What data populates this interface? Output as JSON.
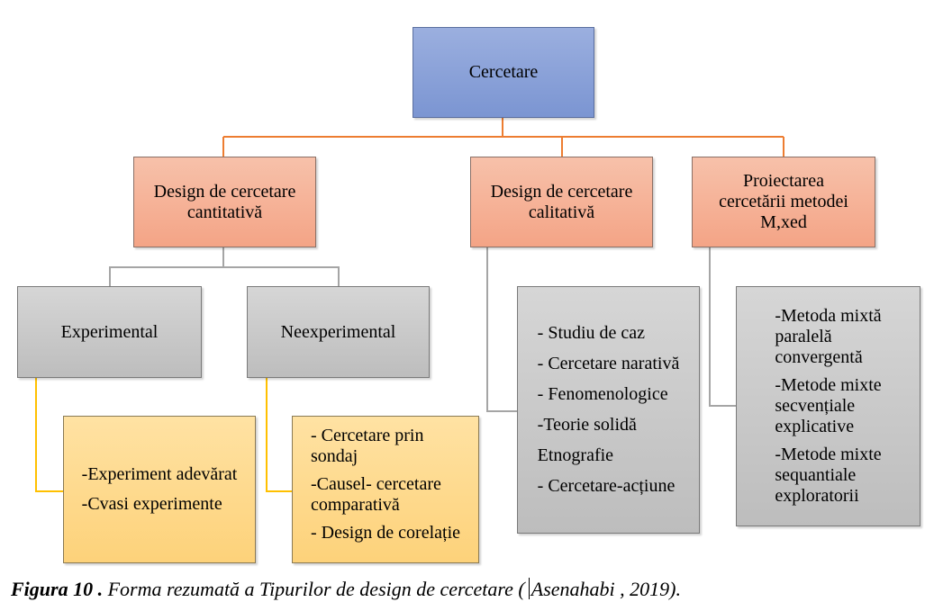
{
  "diagram": {
    "root": "Cercetare",
    "branches": [
      {
        "label": "Design de cercetare cantitativă",
        "label_lines": [
          "Design de cercetare",
          "cantitativă"
        ],
        "children": [
          {
            "label": "Experimental",
            "items": [
              "-Experiment adevărat",
              "-Cvasi experimente"
            ]
          },
          {
            "label": "Neexperimental",
            "items": [
              [
                "- Cercetare prin",
                "sondaj"
              ],
              [
                "-Causel- cercetare",
                "comparativă"
              ],
              [
                "- Design de corelație"
              ]
            ]
          }
        ]
      },
      {
        "label": "Design de cercetare calitativă",
        "label_lines": [
          "Design de cercetare",
          "calitativă"
        ],
        "items": [
          "- Studiu de caz",
          "- Cercetare narativă",
          "- Fenomenologice",
          "-Teorie solidă",
          "Etnografie",
          "- Cercetare-acțiune"
        ]
      },
      {
        "label": "Proiectarea cercetării metodei M,xed",
        "label_lines": [
          "Proiectarea",
          "cercetării metodei",
          "M,xed"
        ],
        "items": [
          [
            "-Metoda mixtă",
            "paralelă",
            "convergentă"
          ],
          [
            "-Metode mixte",
            "secvențiale",
            "explicative"
          ],
          [
            "-Metode mixte",
            "sequantiale",
            "exploratorii"
          ]
        ]
      }
    ]
  },
  "caption": {
    "label": "Figura 10 .",
    "text": " Forma rezumată a Tipurilor de design de cercetare (",
    "citation": "Asenahabi , 2019)."
  },
  "colors": {
    "root_fill": "#8ea3d9",
    "level1_fill": "#f5b097",
    "level2_fill": "#c8c8c8",
    "leaf_fill": "#fed98b",
    "orange_connector": "#ed7d31",
    "gray_connector": "#a5a5a5",
    "gold_connector": "#ffc000"
  }
}
